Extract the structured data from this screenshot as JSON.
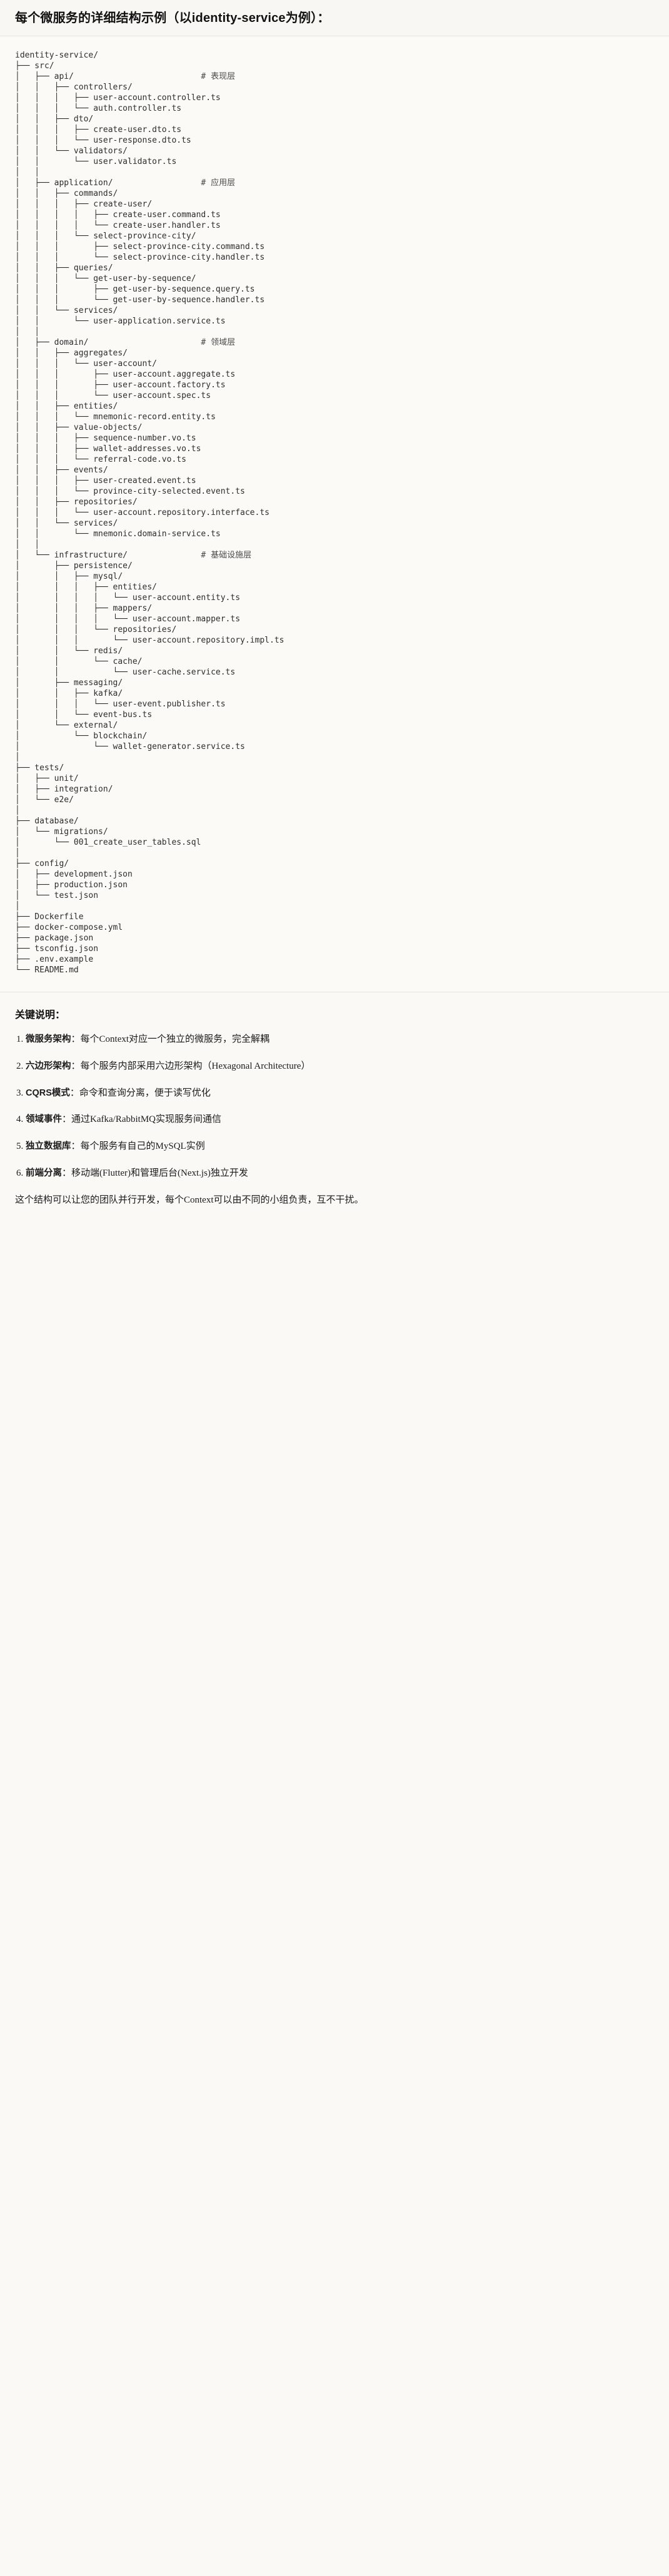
{
  "title": "每个微服务的详细结构示例（以identity-service为例）：",
  "tree": {
    "lines": [
      "identity-service/",
      "├── src/",
      "│   ├── api/                          # 表现层",
      "│   │   ├── controllers/",
      "│   │   │   ├── user-account.controller.ts",
      "│   │   │   └── auth.controller.ts",
      "│   │   ├── dto/",
      "│   │   │   ├── create-user.dto.ts",
      "│   │   │   └── user-response.dto.ts",
      "│   │   └── validators/",
      "│   │       └── user.validator.ts",
      "│   │",
      "│   ├── application/                  # 应用层",
      "│   │   ├── commands/",
      "│   │   │   ├── create-user/",
      "│   │   │   │   ├── create-user.command.ts",
      "│   │   │   │   └── create-user.handler.ts",
      "│   │   │   └── select-province-city/",
      "│   │   │       ├── select-province-city.command.ts",
      "│   │   │       └── select-province-city.handler.ts",
      "│   │   ├── queries/",
      "│   │   │   └── get-user-by-sequence/",
      "│   │   │       ├── get-user-by-sequence.query.ts",
      "│   │   │       └── get-user-by-sequence.handler.ts",
      "│   │   └── services/",
      "│   │       └── user-application.service.ts",
      "│   │",
      "│   ├── domain/                       # 领域层",
      "│   │   ├── aggregates/",
      "│   │   │   └── user-account/",
      "│   │   │       ├── user-account.aggregate.ts",
      "│   │   │       ├── user-account.factory.ts",
      "│   │   │       └── user-account.spec.ts",
      "│   │   ├── entities/",
      "│   │   │   └── mnemonic-record.entity.ts",
      "│   │   ├── value-objects/",
      "│   │   │   ├── sequence-number.vo.ts",
      "│   │   │   ├── wallet-addresses.vo.ts",
      "│   │   │   └── referral-code.vo.ts",
      "│   │   ├── events/",
      "│   │   │   ├── user-created.event.ts",
      "│   │   │   └── province-city-selected.event.ts",
      "│   │   ├── repositories/",
      "│   │   │   └── user-account.repository.interface.ts",
      "│   │   └── services/",
      "│   │       └── mnemonic.domain-service.ts",
      "│   │",
      "│   └── infrastructure/               # 基础设施层",
      "│       ├── persistence/",
      "│       │   ├── mysql/",
      "│       │   │   ├── entities/",
      "│       │   │   │   └── user-account.entity.ts",
      "│       │   │   ├── mappers/",
      "│       │   │   │   └── user-account.mapper.ts",
      "│       │   │   └── repositories/",
      "│       │   │       └── user-account.repository.impl.ts",
      "│       │   └── redis/",
      "│       │       └── cache/",
      "│       │           └── user-cache.service.ts",
      "│       ├── messaging/",
      "│       │   ├── kafka/",
      "│       │   │   └── user-event.publisher.ts",
      "│       │   └── event-bus.ts",
      "│       └── external/",
      "│           └── blockchain/",
      "│               └── wallet-generator.service.ts",
      "│",
      "├── tests/",
      "│   ├── unit/",
      "│   ├── integration/",
      "│   └── e2e/",
      "│",
      "├── database/",
      "│   └── migrations/",
      "│       └── 001_create_user_tables.sql",
      "│",
      "├── config/",
      "│   ├── development.json",
      "│   ├── production.json",
      "│   └── test.json",
      "│",
      "├── Dockerfile",
      "├── docker-compose.yml",
      "├── package.json",
      "├── tsconfig.json",
      "├── .env.example",
      "└── README.md"
    ]
  },
  "notes": {
    "heading": "关键说明：",
    "items": [
      {
        "term": "微服务架构",
        "sep": "：",
        "desc": "每个Context对应一个独立的微服务，完全解耦"
      },
      {
        "term": "六边形架构",
        "sep": "：",
        "desc": "每个服务内部采用六边形架构（Hexagonal Architecture）"
      },
      {
        "term": "CQRS模式",
        "sep": "：",
        "desc": "命令和查询分离，便于读写优化"
      },
      {
        "term": "领域事件",
        "sep": "：",
        "desc": "通过Kafka/RabbitMQ实现服务间通信"
      },
      {
        "term": "独立数据库",
        "sep": "：",
        "desc": "每个服务有自己的MySQL实例"
      },
      {
        "term": "前端分离",
        "sep": "：",
        "desc": "移动端(Flutter)和管理后台(Next.js)独立开发"
      }
    ],
    "closing": "这个结构可以让您的团队并行开发，每个Context可以由不同的小组负责，互不干扰。"
  }
}
